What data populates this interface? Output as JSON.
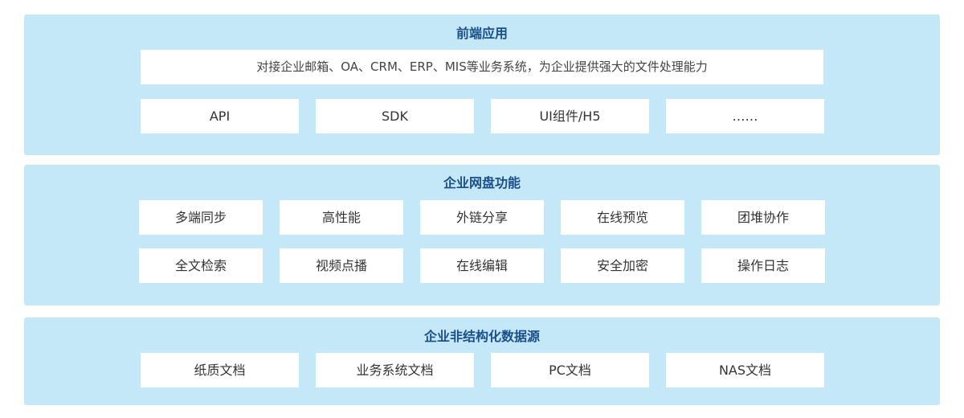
{
  "layers": {
    "frontend": {
      "title": "前端应用",
      "banner": "对接企业邮箱、OA、CRM、ERP、MIS等业务系统，为企业提供强大的文件处理能力",
      "items": [
        "API",
        "SDK",
        "UI组件/H5",
        "……"
      ]
    },
    "netdisk": {
      "title": "企业网盘功能",
      "row1": [
        "多端同步",
        "高性能",
        "外链分享",
        "在线预览",
        "团堆协作"
      ],
      "row2": [
        "全文检索",
        "视频点播",
        "在线编辑",
        "安全加密",
        "操作日志"
      ]
    },
    "source": {
      "title": "企业非结构化数据源",
      "items": [
        "纸质文档",
        "业务系统文档",
        "PC文档",
        "NAS文档"
      ]
    }
  },
  "colors": {
    "layer_bg": "#c4e8f8",
    "title_text": "#1a4f8a",
    "box_bg": "#ffffff",
    "box_text": "#333333"
  }
}
